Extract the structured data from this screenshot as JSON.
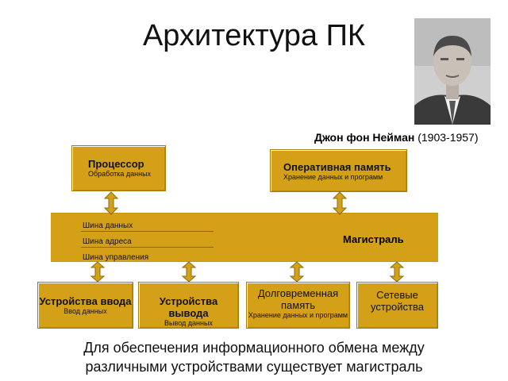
{
  "title": "Архитектура ПК",
  "caption": {
    "name": "Джон фон Нейман",
    "years": "(1903-1957)"
  },
  "boxes": {
    "processor": {
      "title": "Процессор",
      "subtitle": "Обработка данных"
    },
    "ram": {
      "title": "Оперативная память",
      "subtitle": "Хранение данных и программ"
    },
    "input": {
      "title": "Устройства ввода",
      "subtitle": "Ввод данных"
    },
    "output": {
      "title": "Устройства вывода",
      "subtitle": "Вывод данных"
    },
    "storage": {
      "title_line1": "Долговременная",
      "title_line2": "память",
      "subtitle": "Хранение данных и программ"
    },
    "network": {
      "title_line1": "Сетевые",
      "title_line2": "устройства"
    }
  },
  "bus": {
    "label": "Магистраль",
    "lines": [
      "Шина данных",
      "Шина адреса",
      "Шина управления"
    ]
  },
  "footer": {
    "line1": "Для обеспечения информационного обмена между",
    "line2": "различными устройствами существует магистраль"
  },
  "colors": {
    "box_fill": "#d4a017",
    "arrow_fill": "#d4a017"
  }
}
